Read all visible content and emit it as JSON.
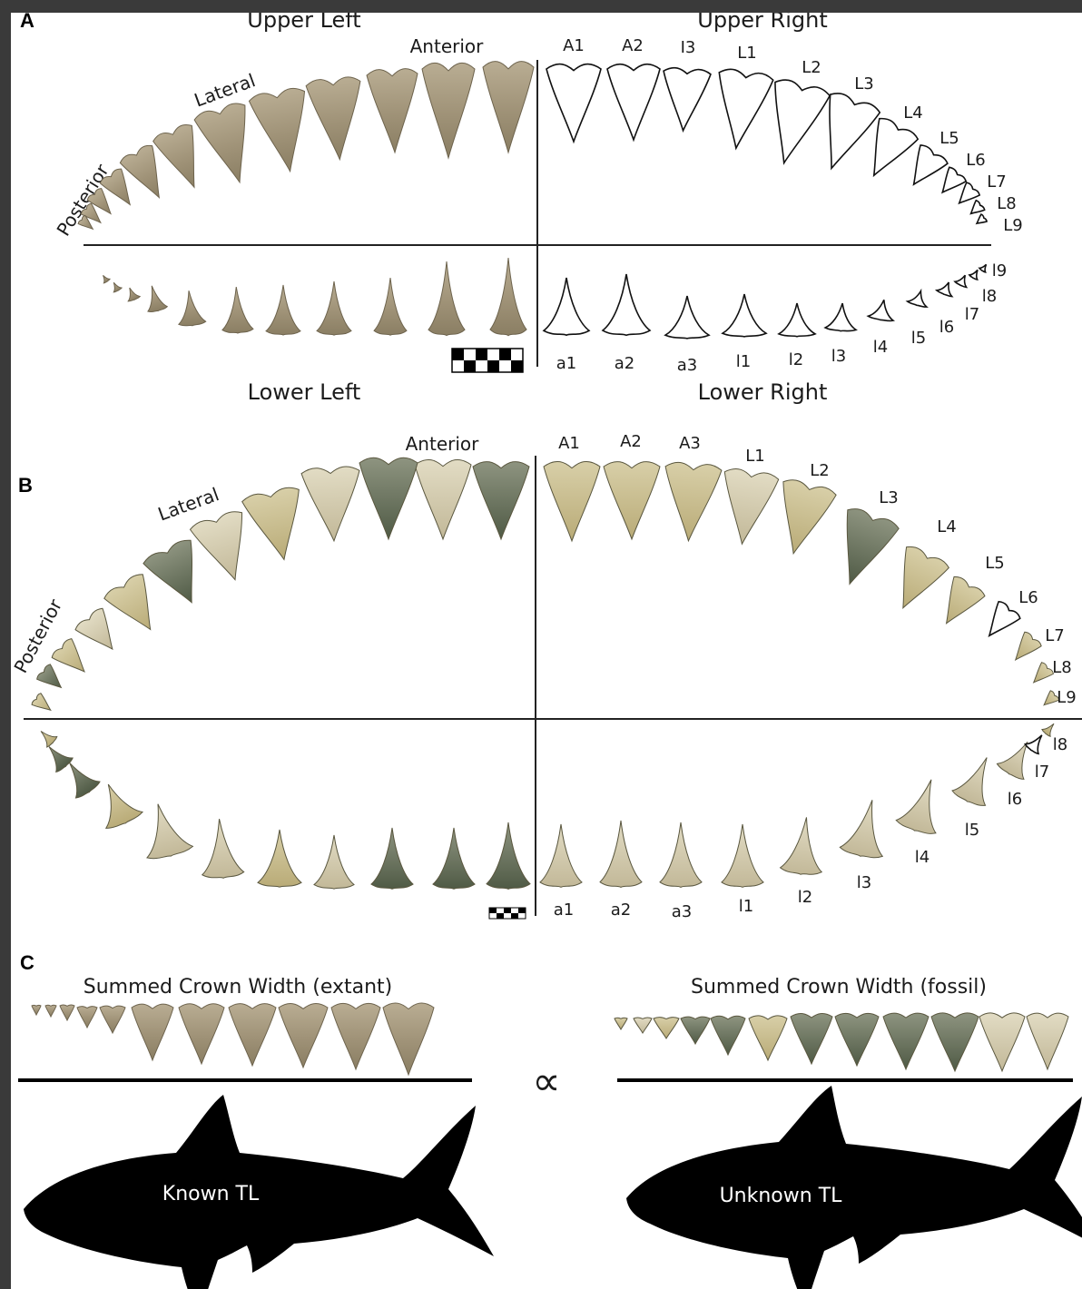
{
  "panel_a": {
    "label": "A",
    "headers": {
      "upper_left": "Upper Left",
      "upper_right": "Upper Right",
      "lower_left": "Lower Left",
      "lower_right": "Lower Right"
    },
    "region_labels": {
      "anterior": "Anterior",
      "lateral": "Lateral",
      "posterior": "Posterior"
    },
    "upper_position_labels": [
      "A1",
      "A2",
      "I3",
      "L1",
      "L2",
      "L3",
      "L4",
      "L5",
      "L6",
      "L7",
      "L8",
      "L9"
    ],
    "lower_position_labels": [
      "a1",
      "a2",
      "a3",
      "l1",
      "l2",
      "l3",
      "l4",
      "l5",
      "l6",
      "l7",
      "l8",
      "l9"
    ]
  },
  "panel_b": {
    "label": "B",
    "region_labels": {
      "anterior": "Anterior",
      "lateral": "Lateral",
      "posterior": "Posterior"
    },
    "upper_position_labels": [
      "A1",
      "A2",
      "A3",
      "L1",
      "L2",
      "L3",
      "L4",
      "L5",
      "L6",
      "L7",
      "L8",
      "L9"
    ],
    "lower_position_labels": [
      "a1",
      "a2",
      "a3",
      "l1",
      "l2",
      "l3",
      "l4",
      "l5",
      "l6",
      "l7",
      "l8"
    ]
  },
  "panel_c": {
    "label": "C",
    "left_title": "Summed Crown Width (extant)",
    "right_title": "Summed Crown Width (fossil)",
    "proportional_symbol": "∝",
    "left_shark_label": "Known TL",
    "right_shark_label": "Unknown TL"
  },
  "colors": {
    "extant_tooth": "#a89b80",
    "fossil_tooth_tan": "#cbbf8e",
    "fossil_tooth_dark": "#66705a",
    "outline": "#111111",
    "silhouette": "#000000"
  }
}
